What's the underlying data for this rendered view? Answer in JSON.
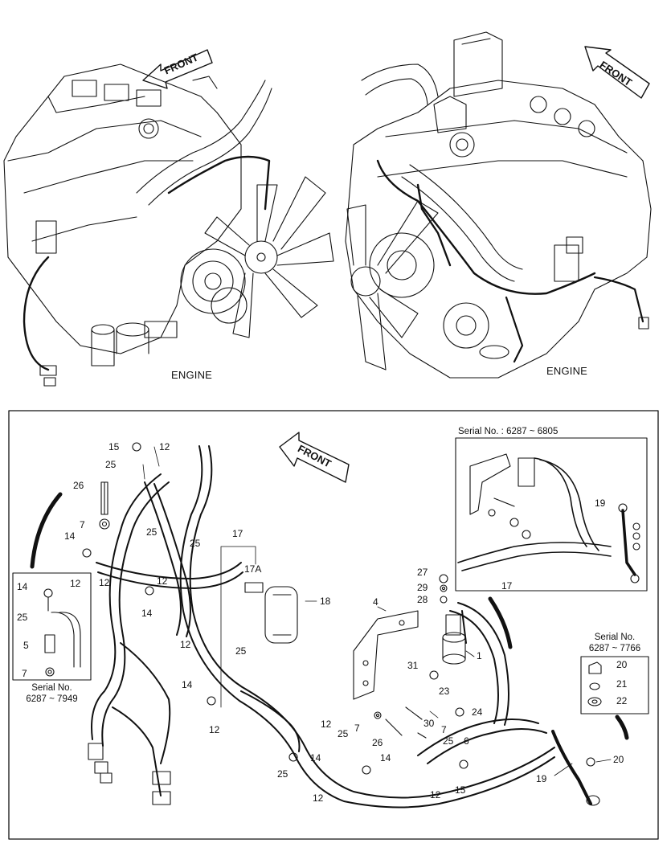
{
  "top_left": {
    "engine_label": "ENGINE",
    "front_label": "FRONT"
  },
  "top_right": {
    "engine_label": "ENGINE",
    "front_label": "FRONT"
  },
  "main": {
    "front_label": "FRONT",
    "callouts": [
      "15",
      "12",
      "25",
      "26",
      "7",
      "14",
      "25",
      "25",
      "12",
      "12",
      "14",
      "12",
      "17",
      "17A",
      "18",
      "25",
      "14",
      "12",
      "12",
      "25",
      "14",
      "25",
      "14",
      "12",
      "12",
      "15",
      "4",
      "27",
      "29",
      "28",
      "1",
      "31",
      "23",
      "24",
      "7",
      "30",
      "26",
      "7",
      "25",
      "6",
      "19",
      "20",
      "17"
    ]
  },
  "inset_left": {
    "callouts": [
      "14",
      "12",
      "25",
      "5",
      "7"
    ],
    "serial_title": "Serial No.",
    "serial_range": "6287 ~ 7949"
  },
  "inset_top": {
    "serial_text": "Serial No. : 6287 ~ 6805",
    "callouts": [
      "19",
      "17"
    ]
  },
  "inset_right": {
    "serial_title": "Serial No.",
    "serial_range": "6287 ~ 7766",
    "callouts": [
      "20",
      "21",
      "22"
    ]
  }
}
